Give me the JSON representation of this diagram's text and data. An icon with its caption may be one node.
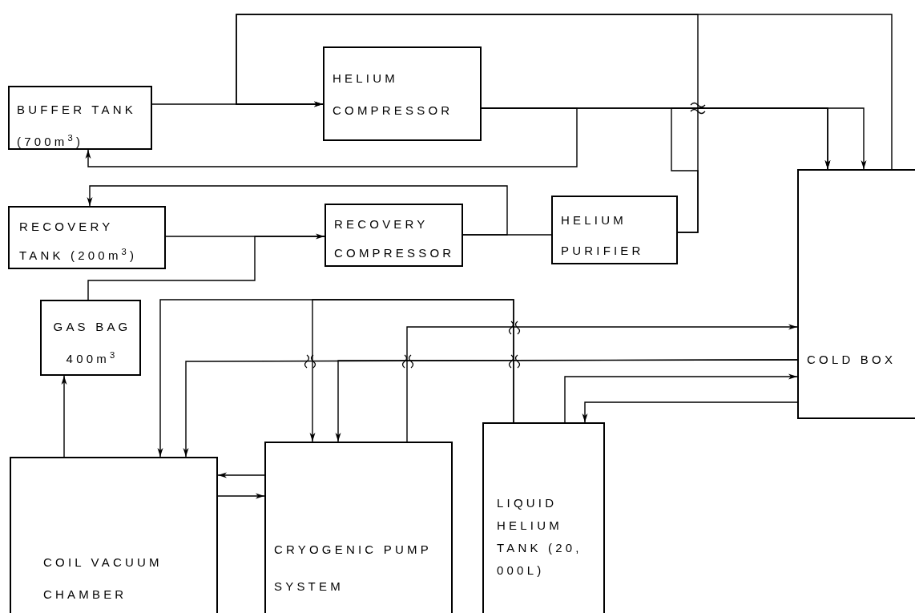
{
  "diagram": {
    "nodes": [
      {
        "text": [
          "BUFFER TANK (700m$^{3}$)"
        ]
      },
      {
        "text": [
          "HELIUM COMPRESSOR"
        ]
      },
      {
        "text": [
          "RECOVERY TANK (200m$^{3}$)"
        ]
      },
      {
        "text": [
          "RECOVERY COMPRESSOR"
        ]
      },
      {
        "text": [
          "HELIUM PURIFIER"
        ]
      },
      {
        "text": [
          "GAS BAG 400m$^{3}$"
        ]
      },
      {
        "text": [
          "COLD BOX"
        ]
      },
      {
        "text": [
          "COIL VACUUM CHAMBER"
        ]
      },
      {
        "text": [
          "CRYOGENIC PUMP SYSTEM"
        ]
      },
      {
        "text": [
          "LIQUID HELIUM TANK (20, 000L)"
        ]
      }
    ],
    "edges": [
      {
        "from": 0,
        "to": 1,
        "arrow": "none"
      },
      {
        "from": 6,
        "to": 1,
        "arrow": "to"
      },
      {
        "from": 1,
        "to": 6,
        "arrow": "to"
      },
      {
        "from": 1,
        "to": 6,
        "arrow": "to"
      },
      {
        "from": 1,
        "to": 0,
        "arrow": "to"
      },
      {
        "from": 4,
        "to": 1,
        "arrow": "to"
      },
      {
        "from": 4,
        "to": 6,
        "arrow": "to"
      },
      {
        "from": 2,
        "to": 3,
        "arrow": "none"
      },
      {
        "from": 5,
        "to": 3,
        "arrow": "to"
      },
      {
        "from": 3,
        "to": 4,
        "arrow": "none"
      },
      {
        "from": 3,
        "to": 2,
        "arrow": "to"
      },
      {
        "from": 7,
        "to": 5,
        "arrow": "to"
      },
      {
        "from": 9,
        "to": 7,
        "arrow": "to"
      },
      {
        "from": 9,
        "to": 8,
        "arrow": "to"
      },
      {
        "from": 6,
        "to": 7,
        "arrow": "to"
      },
      {
        "from": 6,
        "to": 8,
        "arrow": "to"
      },
      {
        "from": 8,
        "to": 6,
        "arrow": "to"
      },
      {
        "from": 9,
        "to": 6,
        "arrow": "to"
      },
      {
        "from": 6,
        "to": 9,
        "arrow": "to"
      },
      {
        "from": 8,
        "to": 7,
        "arrow": "to"
      },
      {
        "from": 7,
        "to": 8,
        "arrow": "to"
      }
    ]
  }
}
